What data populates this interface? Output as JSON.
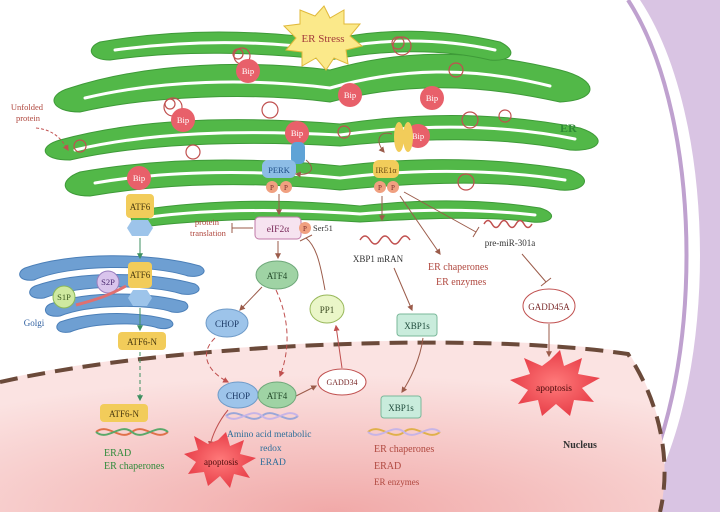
{
  "labels": {
    "er_stress": "ER Stress",
    "er": "ER",
    "unfolded_protein": [
      "Unfolded",
      "protein"
    ],
    "bip": "Bip",
    "perk": "PERK",
    "p": "P",
    "ire1a": "IRE1α",
    "atf6": "ATF6",
    "golgi": "Golgi",
    "s1p": "S1P",
    "s2p": "S2P",
    "atf6n": "ATF6-N",
    "protein_translation": [
      "protein",
      "translation"
    ],
    "eif2a": "eIF2α",
    "ser51": "Ser51",
    "atf4": "ATF4",
    "chop": "CHOP",
    "pp1": "PP1",
    "gadd34": "GADD34",
    "xbp1_mrna": "XBP1 mRAN",
    "xbp1s": "XBP1s",
    "er_chaperones": "ER chaperones",
    "er_enzymes": "ER enzymes",
    "er_enzymes_lower": "ER enzymes",
    "pre_mir": "pre-miR-301a",
    "gadd45a": "GADD45A",
    "apoptosis": "apoptosis",
    "erad": "ERAD",
    "amino_acid": "Amino acid metabolic",
    "redox": "redox",
    "nucleus": "Nucleus"
  },
  "colors": {
    "er_green": "#52b848",
    "bip_red": "#e8606a",
    "atf6_yellow": "#f2cc5a",
    "atf4_green": "#9fd3a4",
    "chop_blue": "#9dc4ea",
    "nucleus_pink": "#f6cccb",
    "arrow_brown": "#9b5b4a",
    "teal_text": "#2e7f7a"
  }
}
